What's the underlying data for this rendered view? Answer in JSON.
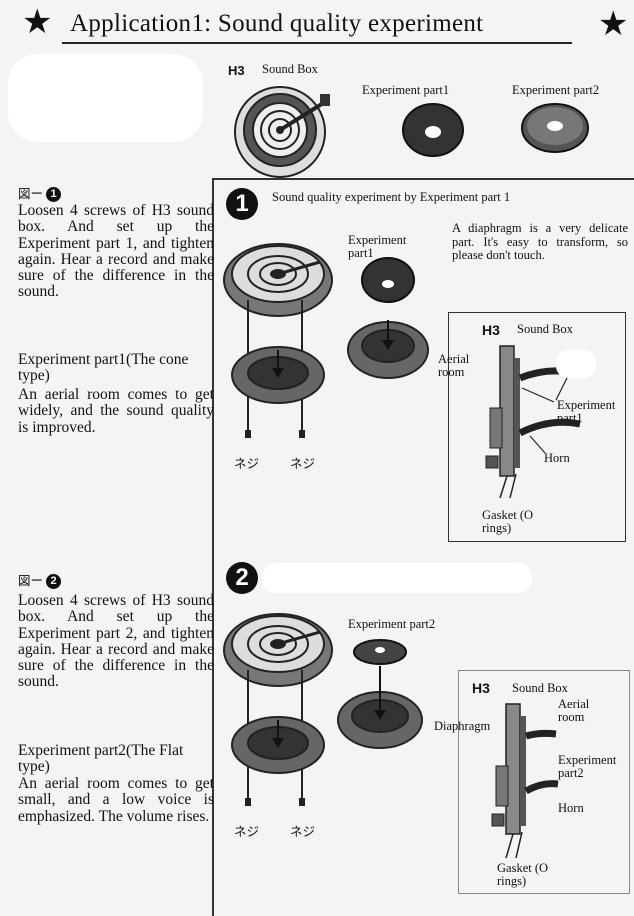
{
  "header": {
    "title": "Application1: Sound quality experiment",
    "star_glyph": "★"
  },
  "top_parts": {
    "h3_label": "H3",
    "sound_box_label": "Sound Box",
    "exp_part1_label": "Experiment part1",
    "exp_part2_label": "Experiment part2"
  },
  "fig1": {
    "caption_prefix": "図ー",
    "caption_num": "1",
    "text": "Loosen 4 screws of H3 sound box. And set up the Experiment part 1, and tighten again. Hear a record and make sure of the difference in the sound.",
    "subheading": "Experiment part1(The cone type)",
    "subtext": "An aerial room comes to get widely, and the sound quality is improved.",
    "number": "1",
    "heading": "Sound quality experiment by Experiment part 1",
    "note": "A diaphragm is a very delicate part. It's easy to transform, so please don't touch.",
    "exp_label": "Experiment part1",
    "screw_label_left": "ネジ",
    "screw_label_right": "ネジ",
    "diagram": {
      "h3": "H3",
      "sound_box": "Sound Box",
      "aerial_room": "Aerial room",
      "experiment": "Experiment part1",
      "horn": "Horn",
      "gasket": "Gasket (O rings)"
    }
  },
  "fig2": {
    "caption_prefix": "図ー",
    "caption_num": "2",
    "text": "Loosen 4 screws of H3 sound box. And set up the Experiment part 2, and tighten again. Hear a record and make sure of the difference in the sound.",
    "subheading": "Experiment part2(The Flat type)",
    "subtext": "An aerial room comes to get small, and a low voice is emphasized. The volume rises.",
    "number": "2",
    "exp_label": "Experiment part2",
    "screw_label_left": "ネジ",
    "screw_label_right": "ネジ",
    "diagram": {
      "h3": "H3",
      "sound_box": "Sound Box",
      "aerial_room": "Aerial room",
      "diaphragm": "Diaphragm",
      "experiment": "Experiment part2",
      "horn": "Horn",
      "gasket": "Gasket (O rings)"
    }
  }
}
